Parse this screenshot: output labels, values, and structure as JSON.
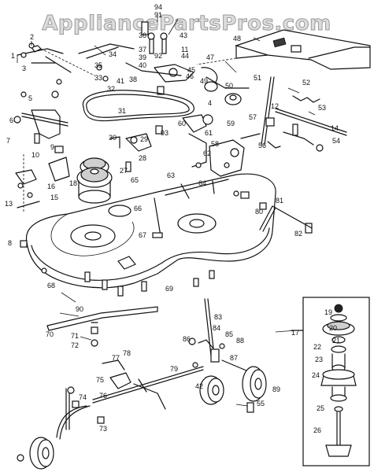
{
  "watermark": "AppliancePartsPros.com",
  "callouts": [
    {
      "id": "94",
      "text": "94"
    },
    {
      "id": "91",
      "text": "91"
    },
    {
      "id": "2",
      "text": "2"
    },
    {
      "id": "1",
      "text": "1"
    },
    {
      "id": "3",
      "text": "3"
    },
    {
      "id": "33",
      "text": "33"
    },
    {
      "id": "34",
      "text": "34"
    },
    {
      "id": "35",
      "text": "35"
    },
    {
      "id": "36",
      "text": "36"
    },
    {
      "id": "37",
      "text": "37"
    },
    {
      "id": "39",
      "text": "39"
    },
    {
      "id": "40",
      "text": "40"
    },
    {
      "id": "43",
      "text": "43"
    },
    {
      "id": "92",
      "text": "92"
    },
    {
      "id": "44",
      "text": "44"
    },
    {
      "id": "11",
      "text": "11"
    },
    {
      "id": "38",
      "text": "38"
    },
    {
      "id": "41",
      "text": "41"
    },
    {
      "id": "32",
      "text": "32"
    },
    {
      "id": "45",
      "text": "45"
    },
    {
      "id": "46",
      "text": "46"
    },
    {
      "id": "47",
      "text": "47"
    },
    {
      "id": "48",
      "text": "48"
    },
    {
      "id": "49",
      "text": "49"
    },
    {
      "id": "50",
      "text": "50"
    },
    {
      "id": "51",
      "text": "51"
    },
    {
      "id": "52",
      "text": "52"
    },
    {
      "id": "53",
      "text": "53"
    },
    {
      "id": "12",
      "text": "12"
    },
    {
      "id": "14",
      "text": "14"
    },
    {
      "id": "54",
      "text": "54"
    },
    {
      "id": "56",
      "text": "56"
    },
    {
      "id": "57",
      "text": "57"
    },
    {
      "id": "58",
      "text": "58"
    },
    {
      "id": "59",
      "text": "59"
    },
    {
      "id": "60",
      "text": "60"
    },
    {
      "id": "61",
      "text": "61"
    },
    {
      "id": "62",
      "text": "62"
    },
    {
      "id": "63",
      "text": "63"
    },
    {
      "id": "64",
      "text": "64"
    },
    {
      "id": "65",
      "text": "65"
    },
    {
      "id": "66",
      "text": "66"
    },
    {
      "id": "67",
      "text": "67"
    },
    {
      "id": "68",
      "text": "68"
    },
    {
      "id": "69",
      "text": "69"
    },
    {
      "id": "70",
      "text": "70"
    },
    {
      "id": "71",
      "text": "71"
    },
    {
      "id": "72",
      "text": "72"
    },
    {
      "id": "73",
      "text": "73"
    },
    {
      "id": "74",
      "text": "74"
    },
    {
      "id": "75",
      "text": "75"
    },
    {
      "id": "76",
      "text": "76"
    },
    {
      "id": "77",
      "text": "77"
    },
    {
      "id": "78",
      "text": "78"
    },
    {
      "id": "79",
      "text": "79"
    },
    {
      "id": "80",
      "text": "80"
    },
    {
      "id": "81",
      "text": "81"
    },
    {
      "id": "82",
      "text": "82"
    },
    {
      "id": "83",
      "text": "83"
    },
    {
      "id": "84",
      "text": "84"
    },
    {
      "id": "85",
      "text": "85"
    },
    {
      "id": "86",
      "text": "86"
    },
    {
      "id": "87",
      "text": "87"
    },
    {
      "id": "88",
      "text": "88"
    },
    {
      "id": "89",
      "text": "89"
    },
    {
      "id": "90",
      "text": "90"
    },
    {
      "id": "93",
      "text": "93"
    },
    {
      "id": "55",
      "text": "55"
    },
    {
      "id": "42",
      "text": "42"
    },
    {
      "id": "5",
      "text": "5"
    },
    {
      "id": "6",
      "text": "6"
    },
    {
      "id": "7",
      "text": "7"
    },
    {
      "id": "8",
      "text": "8"
    },
    {
      "id": "9",
      "text": "9"
    },
    {
      "id": "10",
      "text": "10"
    },
    {
      "id": "13",
      "text": "13"
    },
    {
      "id": "15",
      "text": "15"
    },
    {
      "id": "16",
      "text": "16"
    },
    {
      "id": "17",
      "text": "17"
    },
    {
      "id": "18",
      "text": "18"
    },
    {
      "id": "19",
      "text": "19"
    },
    {
      "id": "20",
      "text": "20"
    },
    {
      "id": "21",
      "text": "21"
    },
    {
      "id": "22",
      "text": "22"
    },
    {
      "id": "23",
      "text": "23"
    },
    {
      "id": "24",
      "text": "24"
    },
    {
      "id": "25",
      "text": "25"
    },
    {
      "id": "26",
      "text": "26"
    },
    {
      "id": "27",
      "text": "27"
    },
    {
      "id": "28",
      "text": "28"
    },
    {
      "id": "29",
      "text": "29"
    },
    {
      "id": "30",
      "text": "30"
    },
    {
      "id": "31",
      "text": "31"
    },
    {
      "id": "4",
      "text": "4"
    }
  ]
}
